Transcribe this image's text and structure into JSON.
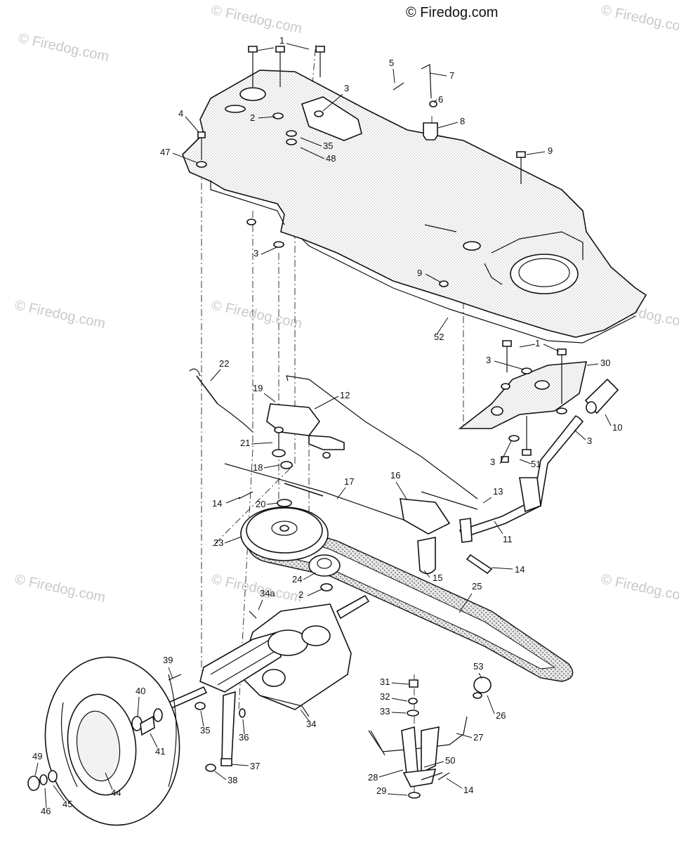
{
  "copyright": "© Firedog.com",
  "watermark_text": "© Firedog.com",
  "callouts": [
    "1",
    "2",
    "3",
    "4",
    "5",
    "6",
    "7",
    "8",
    "9",
    "10",
    "11",
    "12",
    "13",
    "14",
    "15",
    "16",
    "17",
    "18",
    "19",
    "20",
    "21",
    "22",
    "23",
    "24",
    "25",
    "26",
    "27",
    "28",
    "29",
    "30",
    "31",
    "32",
    "33",
    "34",
    "34a",
    "35",
    "36",
    "37",
    "38",
    "39",
    "40",
    "41",
    "44",
    "45",
    "46",
    "47",
    "48",
    "49",
    "50",
    "51",
    "52",
    "53"
  ]
}
